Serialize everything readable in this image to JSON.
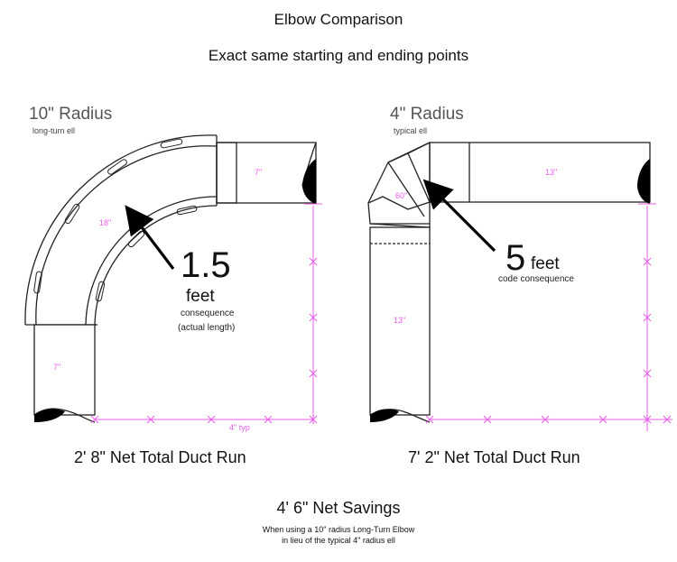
{
  "title": "Elbow Comparison",
  "subtitle": "Exact same starting and ending points",
  "left": {
    "radius_title": "10\" Radius",
    "radius_sub": "long-turn ell",
    "top_pipe_len": "7\"",
    "elbow_len": "18\"",
    "bottom_pipe_len": "7\"",
    "dim_typ": "4\" typ",
    "consequence_value": "1.5",
    "consequence_unit": "feet",
    "consequence_label": "consequence",
    "consequence_note": "(actual length)",
    "total": "2' 8\" Net Total Duct Run"
  },
  "right": {
    "radius_title": "4\" Radius",
    "radius_sub": "typical ell",
    "top_pipe_len": "13\"",
    "elbow_len": "60\"",
    "vertical_pipe_len": "13\"",
    "consequence_value": "5",
    "consequence_unit": "feet",
    "consequence_label": "code consequence",
    "total": "7' 2\" Net Total Duct Run"
  },
  "savings": {
    "title": "4' 6\" Net Savings",
    "line1": "When using a 10\" radius Long-Turn Elbow",
    "line2": "in lieu of the typical 4\" radius ell"
  },
  "colors": {
    "dimension": "#e85ce8",
    "outline": "#222222",
    "fill_dark": "#000000"
  }
}
